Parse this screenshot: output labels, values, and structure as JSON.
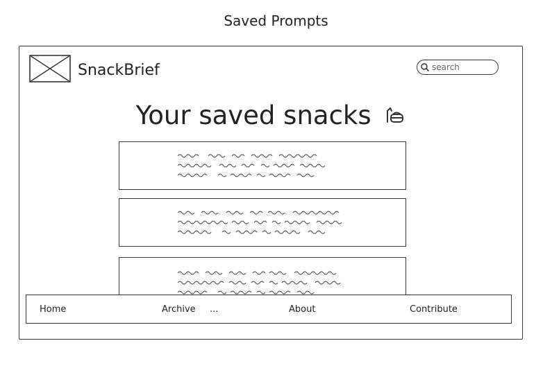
{
  "caption": "Saved Prompts",
  "header": {
    "brand": "SnackBrief",
    "search_placeholder": "search"
  },
  "main": {
    "heading": "Your saved snacks",
    "cards": [
      {
        "content": "scribbled text placeholder"
      },
      {
        "content": "scribbled text placeholder"
      },
      {
        "content": "scribbled text placeholder"
      }
    ]
  },
  "footer": {
    "nav": [
      {
        "label": "Home"
      },
      {
        "label": "Archive"
      },
      {
        "label": "About"
      },
      {
        "label": "Contribute"
      }
    ],
    "ellipsis": "..."
  },
  "icons": {
    "logo": "image-placeholder-icon",
    "search": "search-icon",
    "heading": "lunch-bag-icon"
  },
  "colors": {
    "ink": "#222222",
    "background": "#ffffff"
  }
}
